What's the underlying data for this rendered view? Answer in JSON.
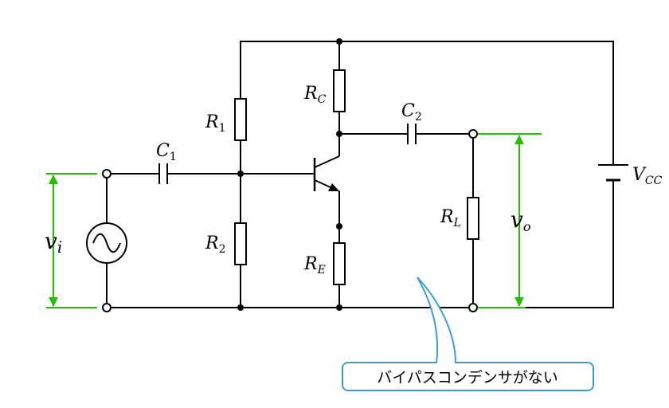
{
  "labels": {
    "c1": {
      "main": "C",
      "sub": "1"
    },
    "c2": {
      "main": "C",
      "sub": "2"
    },
    "r1": {
      "main": "R",
      "sub": "1"
    },
    "r2": {
      "main": "R",
      "sub": "2"
    },
    "rc": {
      "main": "R",
      "sub": "C"
    },
    "re": {
      "main": "R",
      "sub": "E"
    },
    "rl": {
      "main": "R",
      "sub": "L"
    },
    "vcc": {
      "main": "V",
      "sub": "CC"
    },
    "vi": {
      "main": "v",
      "sub": "i"
    },
    "vo": {
      "main": "v",
      "sub": "o"
    }
  },
  "callout": {
    "text": "バイパスコンデンサがない"
  },
  "colors": {
    "wire": "#000000",
    "voltage_arrow": "#22c000",
    "callout_border": "#3a9fd0"
  }
}
